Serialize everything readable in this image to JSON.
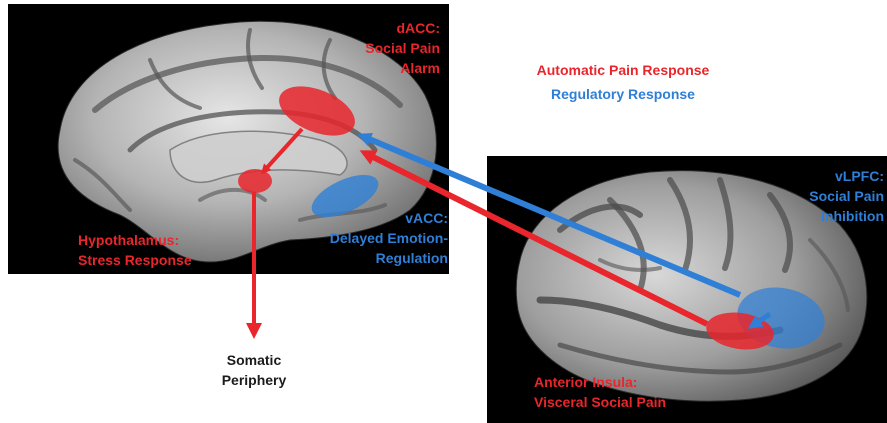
{
  "legend": {
    "automatic": "Automatic Pain Response",
    "regulatory": "Regulatory Response"
  },
  "labels": {
    "dacc": [
      "dACC:",
      "Social Pain",
      "Alarm"
    ],
    "vacc": [
      "vACC:",
      "Delayed Emotion-",
      "Regulation"
    ],
    "hypothalamus": [
      "Hypothalamus:",
      "Stress Response"
    ],
    "somatic": [
      "Somatic",
      "Periphery"
    ],
    "vlpfc": [
      "vLPFC:",
      "Social Pain",
      "Inhibition"
    ],
    "insula": [
      "Anterior Insula:",
      "Visceral Social Pain"
    ]
  },
  "colors": {
    "automatic": "#e8262c",
    "regulatory": "#2f7fd6",
    "panel_background": "#000000",
    "cortex": "#9a9a9a"
  }
}
